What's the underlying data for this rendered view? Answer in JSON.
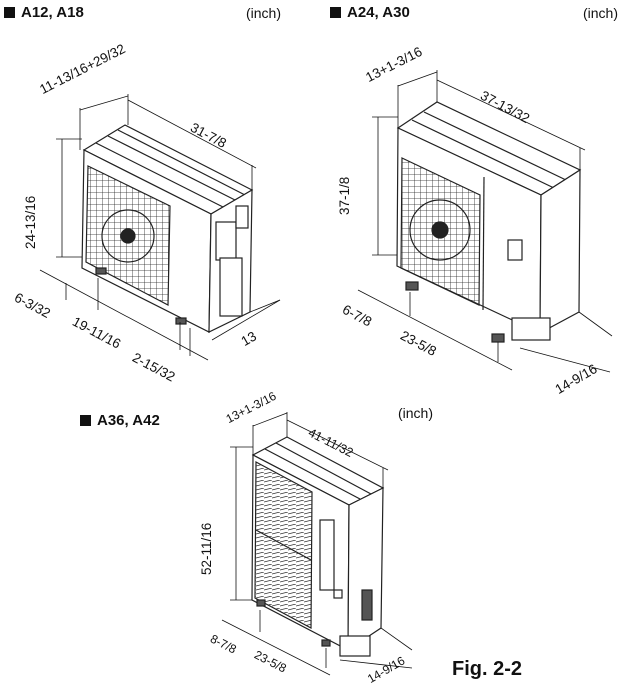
{
  "units": [
    {
      "title": "A12, A18",
      "unit_label": "(inch)",
      "dims": {
        "top_depth": "11-13/16+29/32",
        "width": "31-7/8",
        "height": "24-13/16",
        "foot_left": "6-3/32",
        "foot_span": "19-11/16",
        "foot_gap": "2-15/32",
        "depth": "13"
      }
    },
    {
      "title": "A24, A30",
      "unit_label": "(inch)",
      "dims": {
        "top_depth": "13+1-3/16",
        "width": "37-13/32",
        "height": "37-1/8",
        "foot_left": "6-7/8",
        "foot_span": "23-5/8",
        "depth": "14-9/16"
      }
    },
    {
      "title": "A36, A42",
      "unit_label": "(inch)",
      "dims": {
        "top_depth": "13+1-3/16",
        "width": "41-11/32",
        "height": "52-11/16",
        "foot_left": "8-7/8",
        "foot_span": "23-5/8",
        "depth": "14-9/16"
      }
    }
  ],
  "figure_label": "Fig. 2-2"
}
